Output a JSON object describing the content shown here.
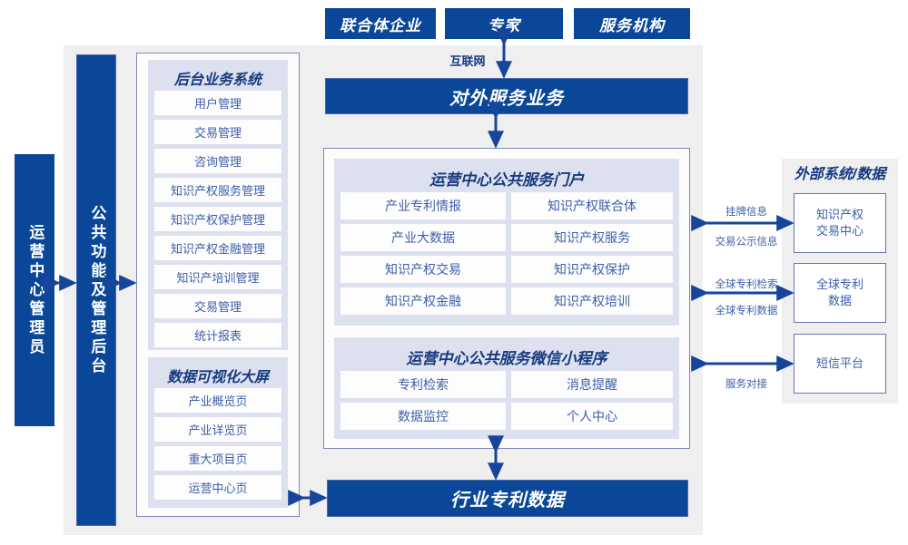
{
  "theme": {
    "primary_blue": "#0A4799",
    "panel_lavender": "#DDE1EF",
    "container_gray": "#EFEFEF",
    "text_blue": "#3C5EA8",
    "title_blue": "#16397F",
    "border_purple": "#6B76B4"
  },
  "top_actors": [
    {
      "label": "联合体企业"
    },
    {
      "label": "专家"
    },
    {
      "label": "服务机构"
    }
  ],
  "connectors": {
    "internet": "互联网",
    "listing_info": "挂牌信息",
    "trade_public_info": "交易公示信息",
    "global_patent_search": "全球专利检索",
    "global_patent_data": "全球专利数据",
    "service_docking": "服务对接"
  },
  "external_service_bar": {
    "label": "对外服务业务"
  },
  "industry_patent_data_bar": {
    "label": "行业专利数据"
  },
  "left_bars": [
    {
      "label": "运营中心管理员"
    },
    {
      "label": "公共功能及管理后台"
    }
  ],
  "backend_system": {
    "title": "后台业务系统",
    "items": [
      "用户管理",
      "交易管理",
      "咨询管理",
      "知识产权服务管理",
      "知识产权保护管理",
      "知识产权金融管理",
      "知识产培训管理",
      "交易管理",
      "统计报表"
    ]
  },
  "data_visualization": {
    "title": "数据可视化大屏",
    "items": [
      "产业概览页",
      "产业详览页",
      "重大项目页",
      "运营中心页"
    ]
  },
  "public_service_portal": {
    "title": "运营中心公共服务门户",
    "items": [
      "产业专利情报",
      "知识产权联合体",
      "产业大数据",
      "知识产权服务",
      "知识产权交易",
      "知识产权保护",
      "知识产权金融",
      "知识产权培训"
    ]
  },
  "wechat_miniprogram": {
    "title": "运营中心公共服务微信小程序",
    "items": [
      "专利检索",
      "消息提醒",
      "数据监控",
      "个人中心"
    ]
  },
  "external_systems": {
    "title": "外部系统/数据",
    "items": [
      "知识产权\n交易中心",
      "全球专利\n数据",
      "短信平台"
    ]
  }
}
